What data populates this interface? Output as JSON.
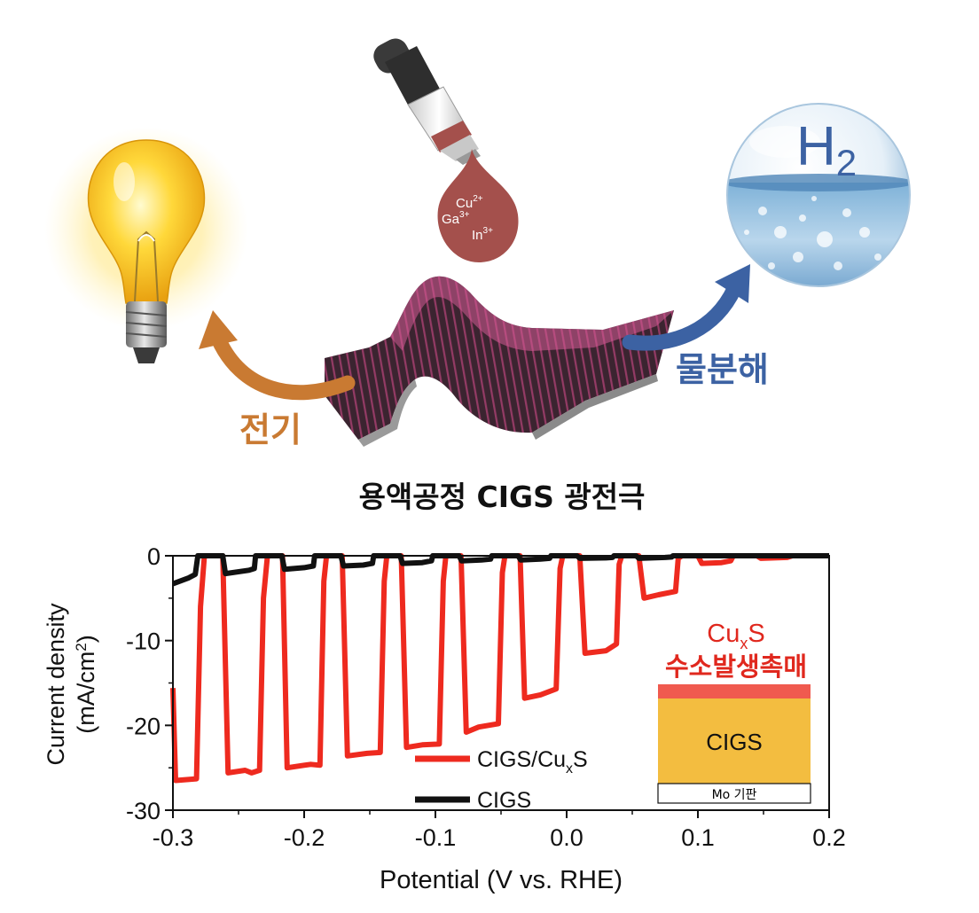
{
  "illustration": {
    "drop_ions": [
      "Cu",
      "Ga",
      "In"
    ],
    "drop_charges": [
      "2+",
      "3+",
      "3+"
    ],
    "hydrogen_symbol": "H",
    "hydrogen_subscript": "2",
    "left_label": "전기",
    "right_label": "물분해",
    "caption": "용액공정 CIGS 광전극",
    "colors": {
      "left_arrow": "#c97a32",
      "right_arrow": "#3c62a3",
      "drop": "#a4504c",
      "cell_stripe": "#b0306a"
    }
  },
  "inset": {
    "top_label_main": "Cu",
    "top_label_sub": "x",
    "top_label_end": "S",
    "top_label_2": "수소발생촉매",
    "layer_main": "CIGS",
    "layer_bottom": "Mo 기판",
    "colors": {
      "catalyst": "#f05a4f",
      "cigs": "#f3bd40",
      "label": "#e0281e"
    }
  },
  "chart_data": {
    "type": "line",
    "xlabel": "Potential (V vs. RHE)",
    "ylabel_line1": "Current density",
    "ylabel_line2": "(mA/cm",
    "ylabel_sup": "2",
    "ylabel_end": ")",
    "xlim": [
      -0.3,
      0.2
    ],
    "ylim": [
      -30,
      0
    ],
    "xticks": [
      "-0.3",
      "-0.2",
      "-0.1",
      "0.0",
      "0.1",
      "0.2"
    ],
    "yticks": [
      "0",
      "-10",
      "-20",
      "-30"
    ],
    "series": [
      {
        "name": "CIGS/CuxS",
        "legend_main": "CIGS/Cu",
        "legend_sub": "x",
        "legend_end": "S",
        "color": "#ee2a1f",
        "points": [
          [
            -0.3,
            -15.6
          ],
          [
            -0.298,
            -26.5
          ],
          [
            -0.282,
            -26.3
          ],
          [
            -0.279,
            -6.0
          ],
          [
            -0.276,
            0.0
          ],
          [
            -0.262,
            0.0
          ],
          [
            -0.258,
            -25.6
          ],
          [
            -0.245,
            -25.3
          ],
          [
            -0.24,
            -25.6
          ],
          [
            -0.234,
            -25.3
          ],
          [
            -0.231,
            -5.0
          ],
          [
            -0.228,
            0.0
          ],
          [
            -0.2165,
            0.0
          ],
          [
            -0.213,
            -25.0
          ],
          [
            -0.2,
            -24.7
          ],
          [
            -0.195,
            -24.6
          ],
          [
            -0.188,
            -24.7
          ],
          [
            -0.185,
            -3.0
          ],
          [
            -0.183,
            0.0
          ],
          [
            -0.171,
            0.0
          ],
          [
            -0.167,
            -23.6
          ],
          [
            -0.152,
            -23.3
          ],
          [
            -0.142,
            -23.2
          ],
          [
            -0.139,
            -3.0
          ],
          [
            -0.137,
            0.0
          ],
          [
            -0.126,
            0.0
          ],
          [
            -0.122,
            -22.6
          ],
          [
            -0.11,
            -22.3
          ],
          [
            -0.097,
            -22.2
          ],
          [
            -0.094,
            -3.0
          ],
          [
            -0.092,
            0.0
          ],
          [
            -0.0805,
            0.0
          ],
          [
            -0.0765,
            -20.8
          ],
          [
            -0.067,
            -20.2
          ],
          [
            -0.052,
            -19.8
          ],
          [
            -0.049,
            -2.0
          ],
          [
            -0.047,
            0.0
          ],
          [
            -0.0355,
            0.0
          ],
          [
            -0.032,
            -16.8
          ],
          [
            -0.02,
            -16.4
          ],
          [
            -0.008,
            -15.7
          ],
          [
            -0.005,
            -1.5
          ],
          [
            -0.003,
            0.0
          ],
          [
            0.01,
            0.0
          ],
          [
            0.014,
            -11.5
          ],
          [
            0.03,
            -11.2
          ],
          [
            0.038,
            -10.4
          ],
          [
            0.04,
            -1.0
          ],
          [
            0.042,
            0.0
          ],
          [
            0.055,
            0.0
          ],
          [
            0.059,
            -5.0
          ],
          [
            0.07,
            -4.6
          ],
          [
            0.083,
            -4.2
          ],
          [
            0.085,
            -0.3
          ],
          [
            0.088,
            0.0
          ],
          [
            0.1,
            0.0
          ],
          [
            0.103,
            -0.9
          ],
          [
            0.118,
            -0.8
          ],
          [
            0.125,
            -0.6
          ],
          [
            0.127,
            0.0
          ],
          [
            0.145,
            0.0
          ],
          [
            0.148,
            -0.3
          ],
          [
            0.168,
            -0.2
          ],
          [
            0.172,
            0.0
          ],
          [
            0.2,
            0.0
          ]
        ]
      },
      {
        "name": "CIGS",
        "legend_main": "CIGS",
        "legend_sub": "",
        "legend_end": "",
        "color": "#111111",
        "points": [
          [
            -0.3,
            -3.3
          ],
          [
            -0.288,
            -2.6
          ],
          [
            -0.283,
            -2.2
          ],
          [
            -0.281,
            0.0
          ],
          [
            -0.262,
            0.0
          ],
          [
            -0.26,
            -2.1
          ],
          [
            -0.242,
            -1.7
          ],
          [
            -0.238,
            -1.5
          ],
          [
            -0.237,
            0.0
          ],
          [
            -0.217,
            0.0
          ],
          [
            -0.215,
            -1.6
          ],
          [
            -0.2,
            -1.4
          ],
          [
            -0.193,
            -1.2
          ],
          [
            -0.192,
            0.0
          ],
          [
            -0.172,
            0.0
          ],
          [
            -0.17,
            -1.2
          ],
          [
            -0.155,
            -1.1
          ],
          [
            -0.148,
            -0.9
          ],
          [
            -0.147,
            0.0
          ],
          [
            -0.127,
            0.0
          ],
          [
            -0.125,
            -0.9
          ],
          [
            -0.11,
            -0.8
          ],
          [
            -0.103,
            -0.6
          ],
          [
            -0.102,
            0.0
          ],
          [
            -0.082,
            0.0
          ],
          [
            -0.08,
            -0.6
          ],
          [
            -0.065,
            -0.5
          ],
          [
            -0.058,
            -0.4
          ],
          [
            -0.057,
            0.0
          ],
          [
            -0.037,
            0.0
          ],
          [
            -0.035,
            -0.5
          ],
          [
            -0.02,
            -0.4
          ],
          [
            -0.013,
            -0.3
          ],
          [
            -0.012,
            0.0
          ],
          [
            0.008,
            0.0
          ],
          [
            0.01,
            -0.3
          ],
          [
            0.03,
            -0.25
          ],
          [
            0.035,
            -0.2
          ],
          [
            0.036,
            0.0
          ],
          [
            0.053,
            0.0
          ],
          [
            0.055,
            -0.3
          ],
          [
            0.075,
            -0.2
          ],
          [
            0.08,
            -0.15
          ],
          [
            0.081,
            0.0
          ],
          [
            0.2,
            0.0
          ]
        ]
      }
    ]
  }
}
